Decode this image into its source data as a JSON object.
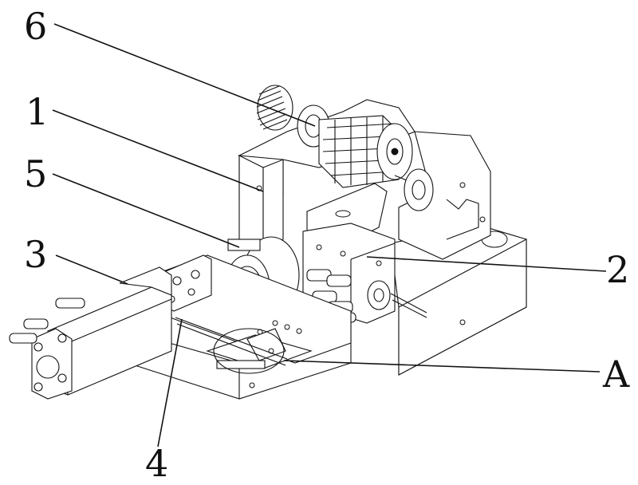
{
  "labels": {
    "l6": "6",
    "l1": "1",
    "l5": "5",
    "l3": "3",
    "l2": "2",
    "lA": "A",
    "l4": "4"
  }
}
